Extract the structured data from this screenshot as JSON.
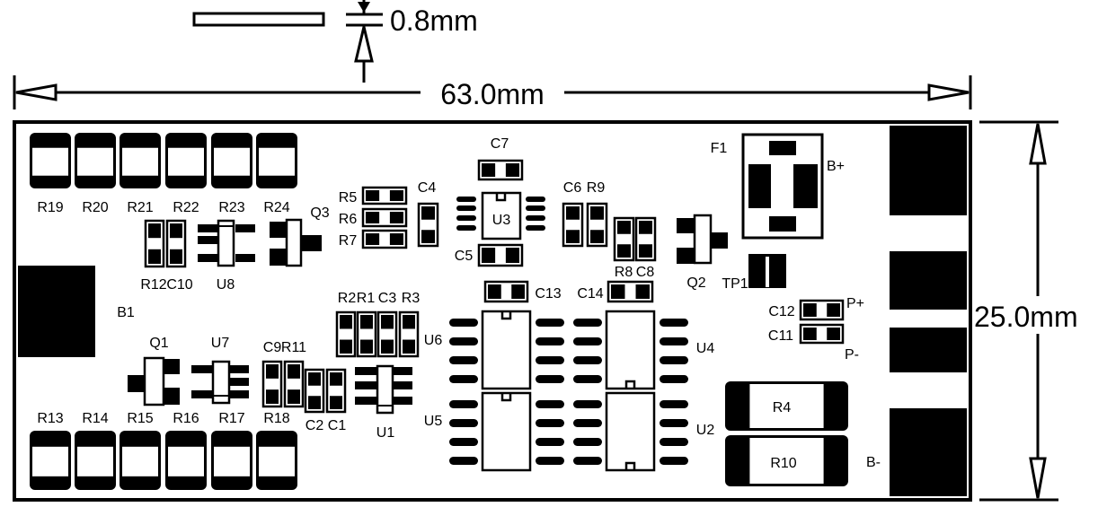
{
  "dimensions": {
    "thickness": "0.8mm",
    "length": "63.0mm",
    "width": "25.0mm"
  },
  "designators": {
    "R19": "R19",
    "R20": "R20",
    "R21": "R21",
    "R22": "R22",
    "R23": "R23",
    "R24": "R24",
    "R13": "R13",
    "R14": "R14",
    "R15": "R15",
    "R16": "R16",
    "R17": "R17",
    "R18": "R18",
    "B1": "B1",
    "Q1": "Q1",
    "Q2": "Q2",
    "Q3": "Q3",
    "U7": "U7",
    "U8": "U8",
    "U1": "U1",
    "U3": "U3",
    "R12": "R12",
    "C10": "C10",
    "R5": "R5",
    "R6": "R6",
    "R7": "R7",
    "C4": "C4",
    "C7": "C7",
    "C5": "C5",
    "C6": "C6",
    "R9": "R9",
    "R8": "R8",
    "C8": "C8",
    "C13": "C13",
    "C14": "C14",
    "R2": "R2",
    "R1": "R1",
    "C3": "C3",
    "R3": "R3",
    "C9": "C9",
    "R11": "R11",
    "C2": "C2",
    "C1": "C1",
    "U6": "U6",
    "U5": "U5",
    "U4": "U4",
    "U2": "U2",
    "F1": "F1",
    "TP1": "TP1",
    "C12": "C12",
    "C11": "C11",
    "R4": "R4",
    "R10": "R10"
  },
  "terminals": {
    "bplus": "B+",
    "pplus": "P+",
    "pminus": "P-",
    "bminus": "B-"
  }
}
